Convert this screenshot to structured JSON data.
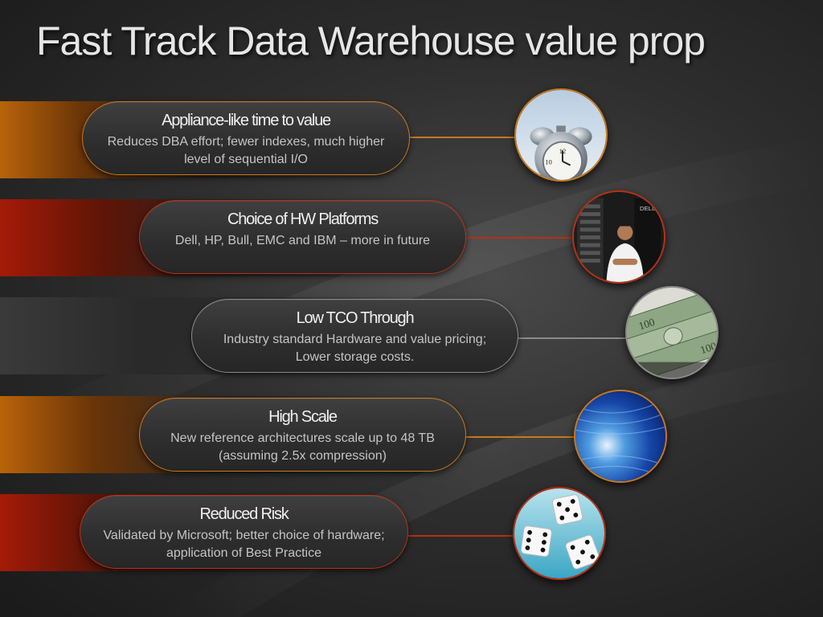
{
  "slide": {
    "title": "Fast Track Data Warehouse value prop"
  },
  "colors": {
    "orange_accent": "#c8781c",
    "red_accent": "#b83014",
    "grey_accent": "#8a8a8a",
    "title_text": "#e6e6e6",
    "heading_text": "#f0f0f0",
    "body_text": "#c4c4c4"
  },
  "items": [
    {
      "heading": "Appliance-like time to value",
      "description": "Reduces DBA effort; fewer indexes, much higher level of sequential I/O",
      "image_icon": "alarm-clock-photo"
    },
    {
      "heading": "Choice of HW Platforms",
      "description": "Dell, HP, Bull, EMC and IBM – more in future",
      "image_icon": "server-room-person-photo"
    },
    {
      "heading": "Low TCO Through",
      "description": "Industry standard Hardware and value pricing; Lower storage costs.",
      "image_icon": "dollar-bills-photo"
    },
    {
      "heading": "High Scale",
      "description": "New reference architectures scale up to 48 TB (assuming 2.5x compression)",
      "image_icon": "blue-tunnel-photo"
    },
    {
      "heading": "Reduced Risk",
      "description": "Validated by Microsoft; better choice of hardware; application of Best Practice",
      "image_icon": "dice-photo"
    }
  ]
}
